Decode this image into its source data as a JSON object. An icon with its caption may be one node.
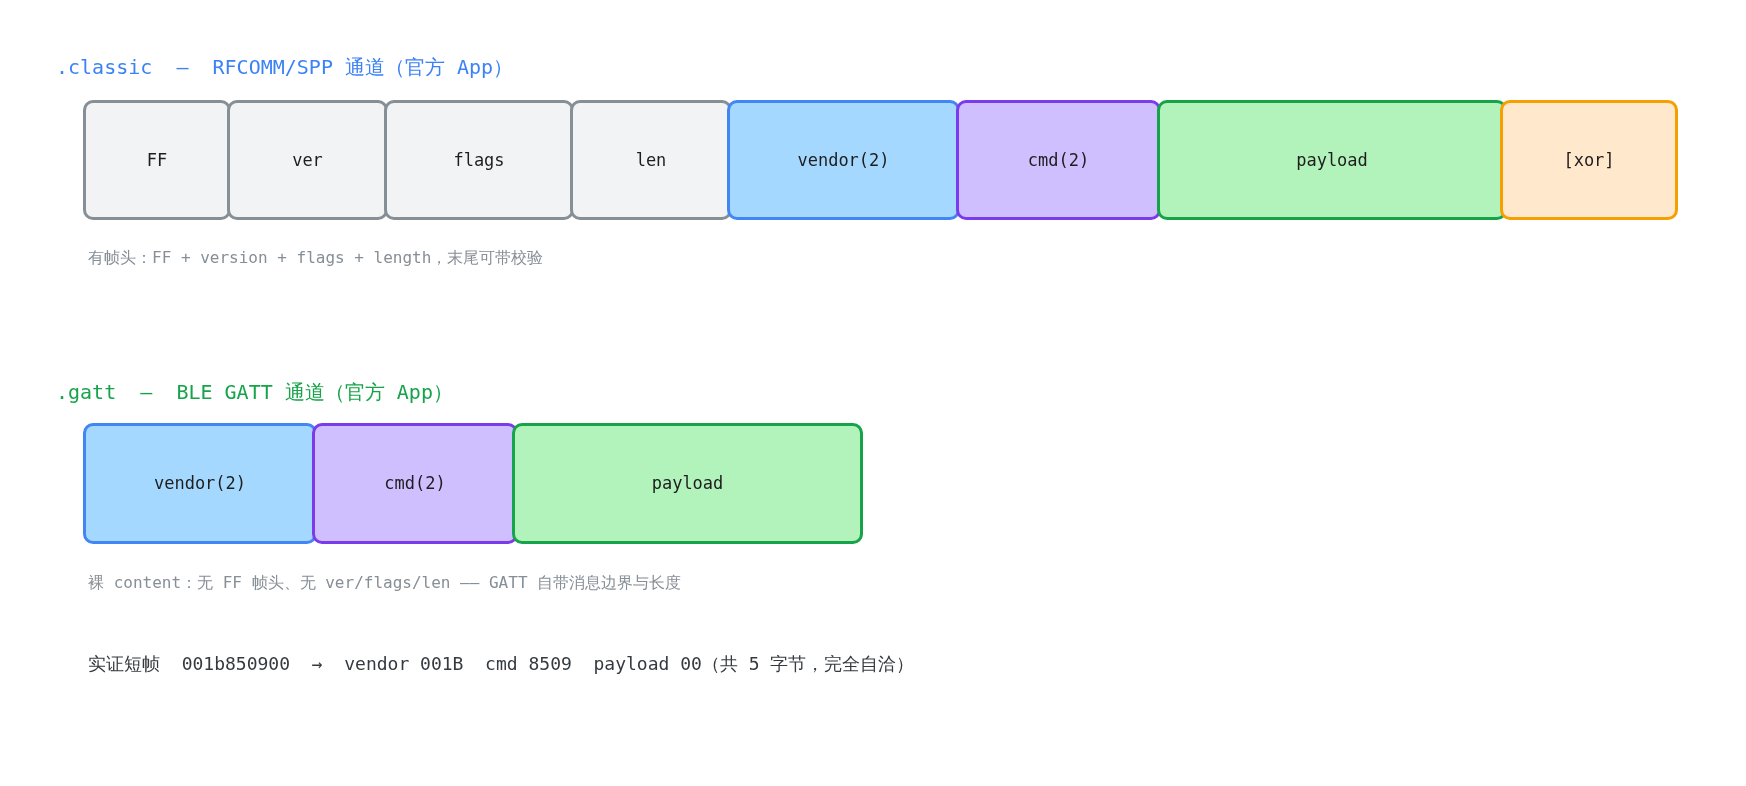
{
  "diagram": {
    "nodes": [
      {
        "text": [
          "FF"
        ]
      },
      {
        "text": [
          "ver"
        ]
      },
      {
        "text": [
          "flags"
        ]
      },
      {
        "text": [
          "len"
        ]
      },
      {
        "text": [
          "vendor(2)"
        ]
      },
      {
        "text": [
          "cmd(2)"
        ]
      },
      {
        "text": [
          "payload"
        ]
      },
      {
        "text": [
          "[xor]"
        ]
      },
      {
        "text": [
          "vendor(2)"
        ]
      },
      {
        "text": [
          "cmd(2)"
        ]
      },
      {
        "text": [
          "payload"
        ]
      }
    ],
    "labels": [
      ".classic  —  RFCOMM/SPP 通道（官方 App）",
      "有帧头：FF + version + flags + length，末尾可带校验",
      ".gatt  —  BLE GATT 通道（官方 App）",
      "裸 content：无 FF 帧头、无 ver/flags/len —— GATT 自带消息边界与长度",
      "实证短帧  001b850900  →  vendor 001B  cmd 8509  payload 00（共 5 字节，完全自洽）"
    ]
  }
}
